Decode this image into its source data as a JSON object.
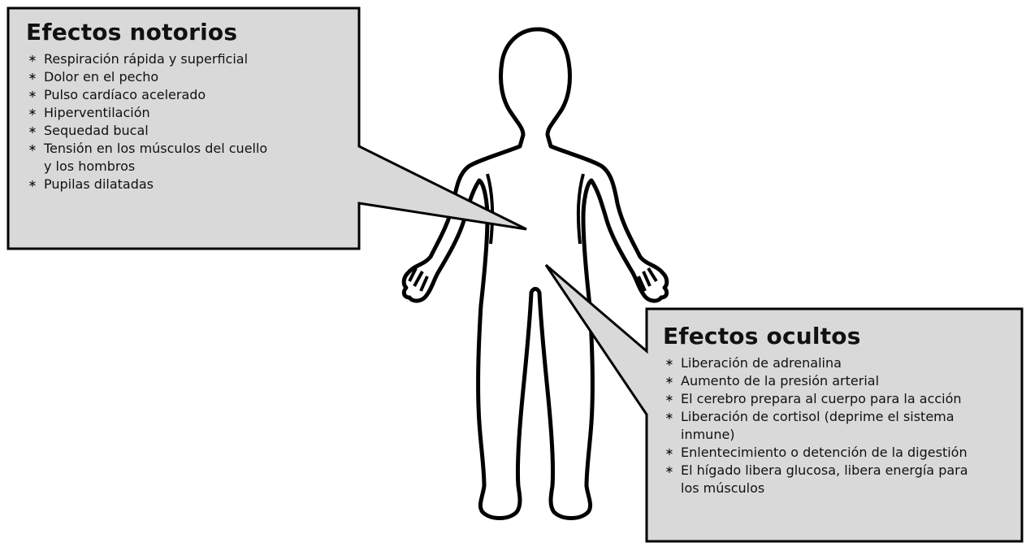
{
  "colors": {
    "box_fill": "#d9d9d9",
    "box_border": "#000000",
    "figure_stroke": "#000000",
    "background": "#ffffff"
  },
  "bullet_symbol": "∗",
  "notorios": {
    "title": "Efectos notorios",
    "items": [
      "Respiración rápida y superficial",
      "Dolor en el pecho",
      "Pulso cardíaco acelerado",
      "Hiperventilación",
      "Sequedad bucal",
      "Tensión en los músculos del cuello",
      "y los hombros",
      "Pupilas dilatadas"
    ]
  },
  "ocultos": {
    "title": "Efectos ocultos",
    "items": [
      "Liberación de adrenalina",
      "Aumento de la presión arterial",
      "El cerebro prepara al cuerpo para la acción",
      "Liberación de cortisol (deprime el sistema",
      "inmune)",
      "Enlentecimiento o detención de la digestión",
      "El hígado libera glucosa, libera energía para",
      "los músculos"
    ]
  }
}
